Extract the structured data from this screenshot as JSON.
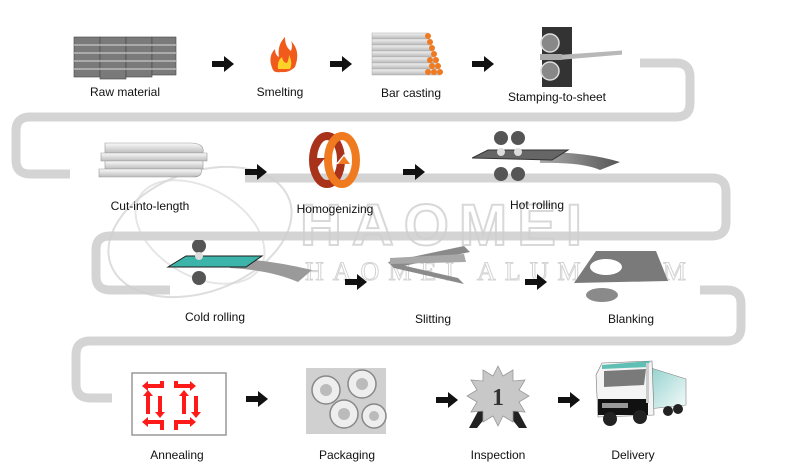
{
  "diagram": {
    "title": "Aluminum processing flow",
    "steps": [
      {
        "id": "raw-material",
        "label": "Raw material",
        "icon": "ingot-stack-icon"
      },
      {
        "id": "smelting",
        "label": "Smelting",
        "icon": "flame-icon"
      },
      {
        "id": "bar-casting",
        "label": "Bar casting",
        "icon": "bar-stack-icon"
      },
      {
        "id": "stamping-to-sheet",
        "label": "Stamping-to-sheet",
        "icon": "press-machine-icon"
      },
      {
        "id": "cut-into-length",
        "label": "Cut-into-length",
        "icon": "cut-sheets-icon"
      },
      {
        "id": "homogenizing",
        "label": "Homogenizing",
        "icon": "cycle-arrows-icon"
      },
      {
        "id": "hot-rolling",
        "label": "Hot rolling",
        "icon": "rolling-mill-icon"
      },
      {
        "id": "cold-rolling",
        "label": "Cold rolling",
        "icon": "cold-rolling-icon"
      },
      {
        "id": "slitting",
        "label": "Slitting",
        "icon": "slit-strips-icon"
      },
      {
        "id": "blanking",
        "label": "Blanking",
        "icon": "blank-disc-icon"
      },
      {
        "id": "annealing",
        "label": "Annealing",
        "icon": "heat-cycle-arrows-icon"
      },
      {
        "id": "packaging",
        "label": "Packaging",
        "icon": "packaged-circles-icon"
      },
      {
        "id": "inspection",
        "label": "Inspection",
        "icon": "award-badge-icon",
        "badge_text": "1"
      },
      {
        "id": "delivery",
        "label": "Delivery",
        "icon": "truck-icon"
      }
    ],
    "watermark": {
      "brand": "HAOMEI",
      "subtitle": "HAOMEI ALUMINUM"
    },
    "colors": {
      "track": "#d4d4d4",
      "arrow": "#111111",
      "flame": "#f05a1a",
      "homogenize_dark": "#a8321a",
      "homogenize_light": "#f07a20",
      "annealing_red": "#ff1a1a",
      "cold_rolling_teal": "#3cb4aa",
      "truck_teal": "#8fd0cc"
    }
  }
}
